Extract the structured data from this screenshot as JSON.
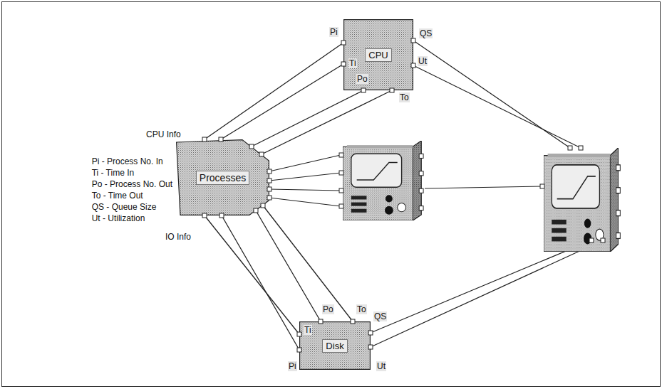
{
  "diagram": {
    "nodes": [
      {
        "text": [
          "CPU"
        ]
      },
      {
        "text": [
          "Processes"
        ]
      },
      {
        "text": [
          "Disk"
        ]
      }
    ],
    "edges": [
      {
        "from": 1,
        "to": 0,
        "arrow": "none"
      },
      {
        "from": 1,
        "to": 0,
        "arrow": "none"
      },
      {
        "from": 0,
        "to": 1,
        "arrow": "none"
      },
      {
        "from": 0,
        "to": 1,
        "arrow": "none"
      },
      {
        "from": 1,
        "to": 2,
        "arrow": "none"
      },
      {
        "from": 1,
        "to": 2,
        "arrow": "none"
      },
      {
        "from": 2,
        "to": 1,
        "arrow": "none"
      },
      {
        "from": 2,
        "to": 1,
        "arrow": "none"
      }
    ],
    "labels": [
      "CPU Info",
      "Pi - Process No. In",
      "Ti - Time In",
      "Po - Process No. Out",
      "To - Time Out",
      "QS - Queue Size",
      "Ut - Utilization",
      "IO Info",
      "Pi",
      "QS",
      "Ti",
      "Ut",
      "Po",
      "To",
      "Po",
      "To",
      "Ti",
      "QS",
      "Pi",
      "Ut"
    ]
  }
}
